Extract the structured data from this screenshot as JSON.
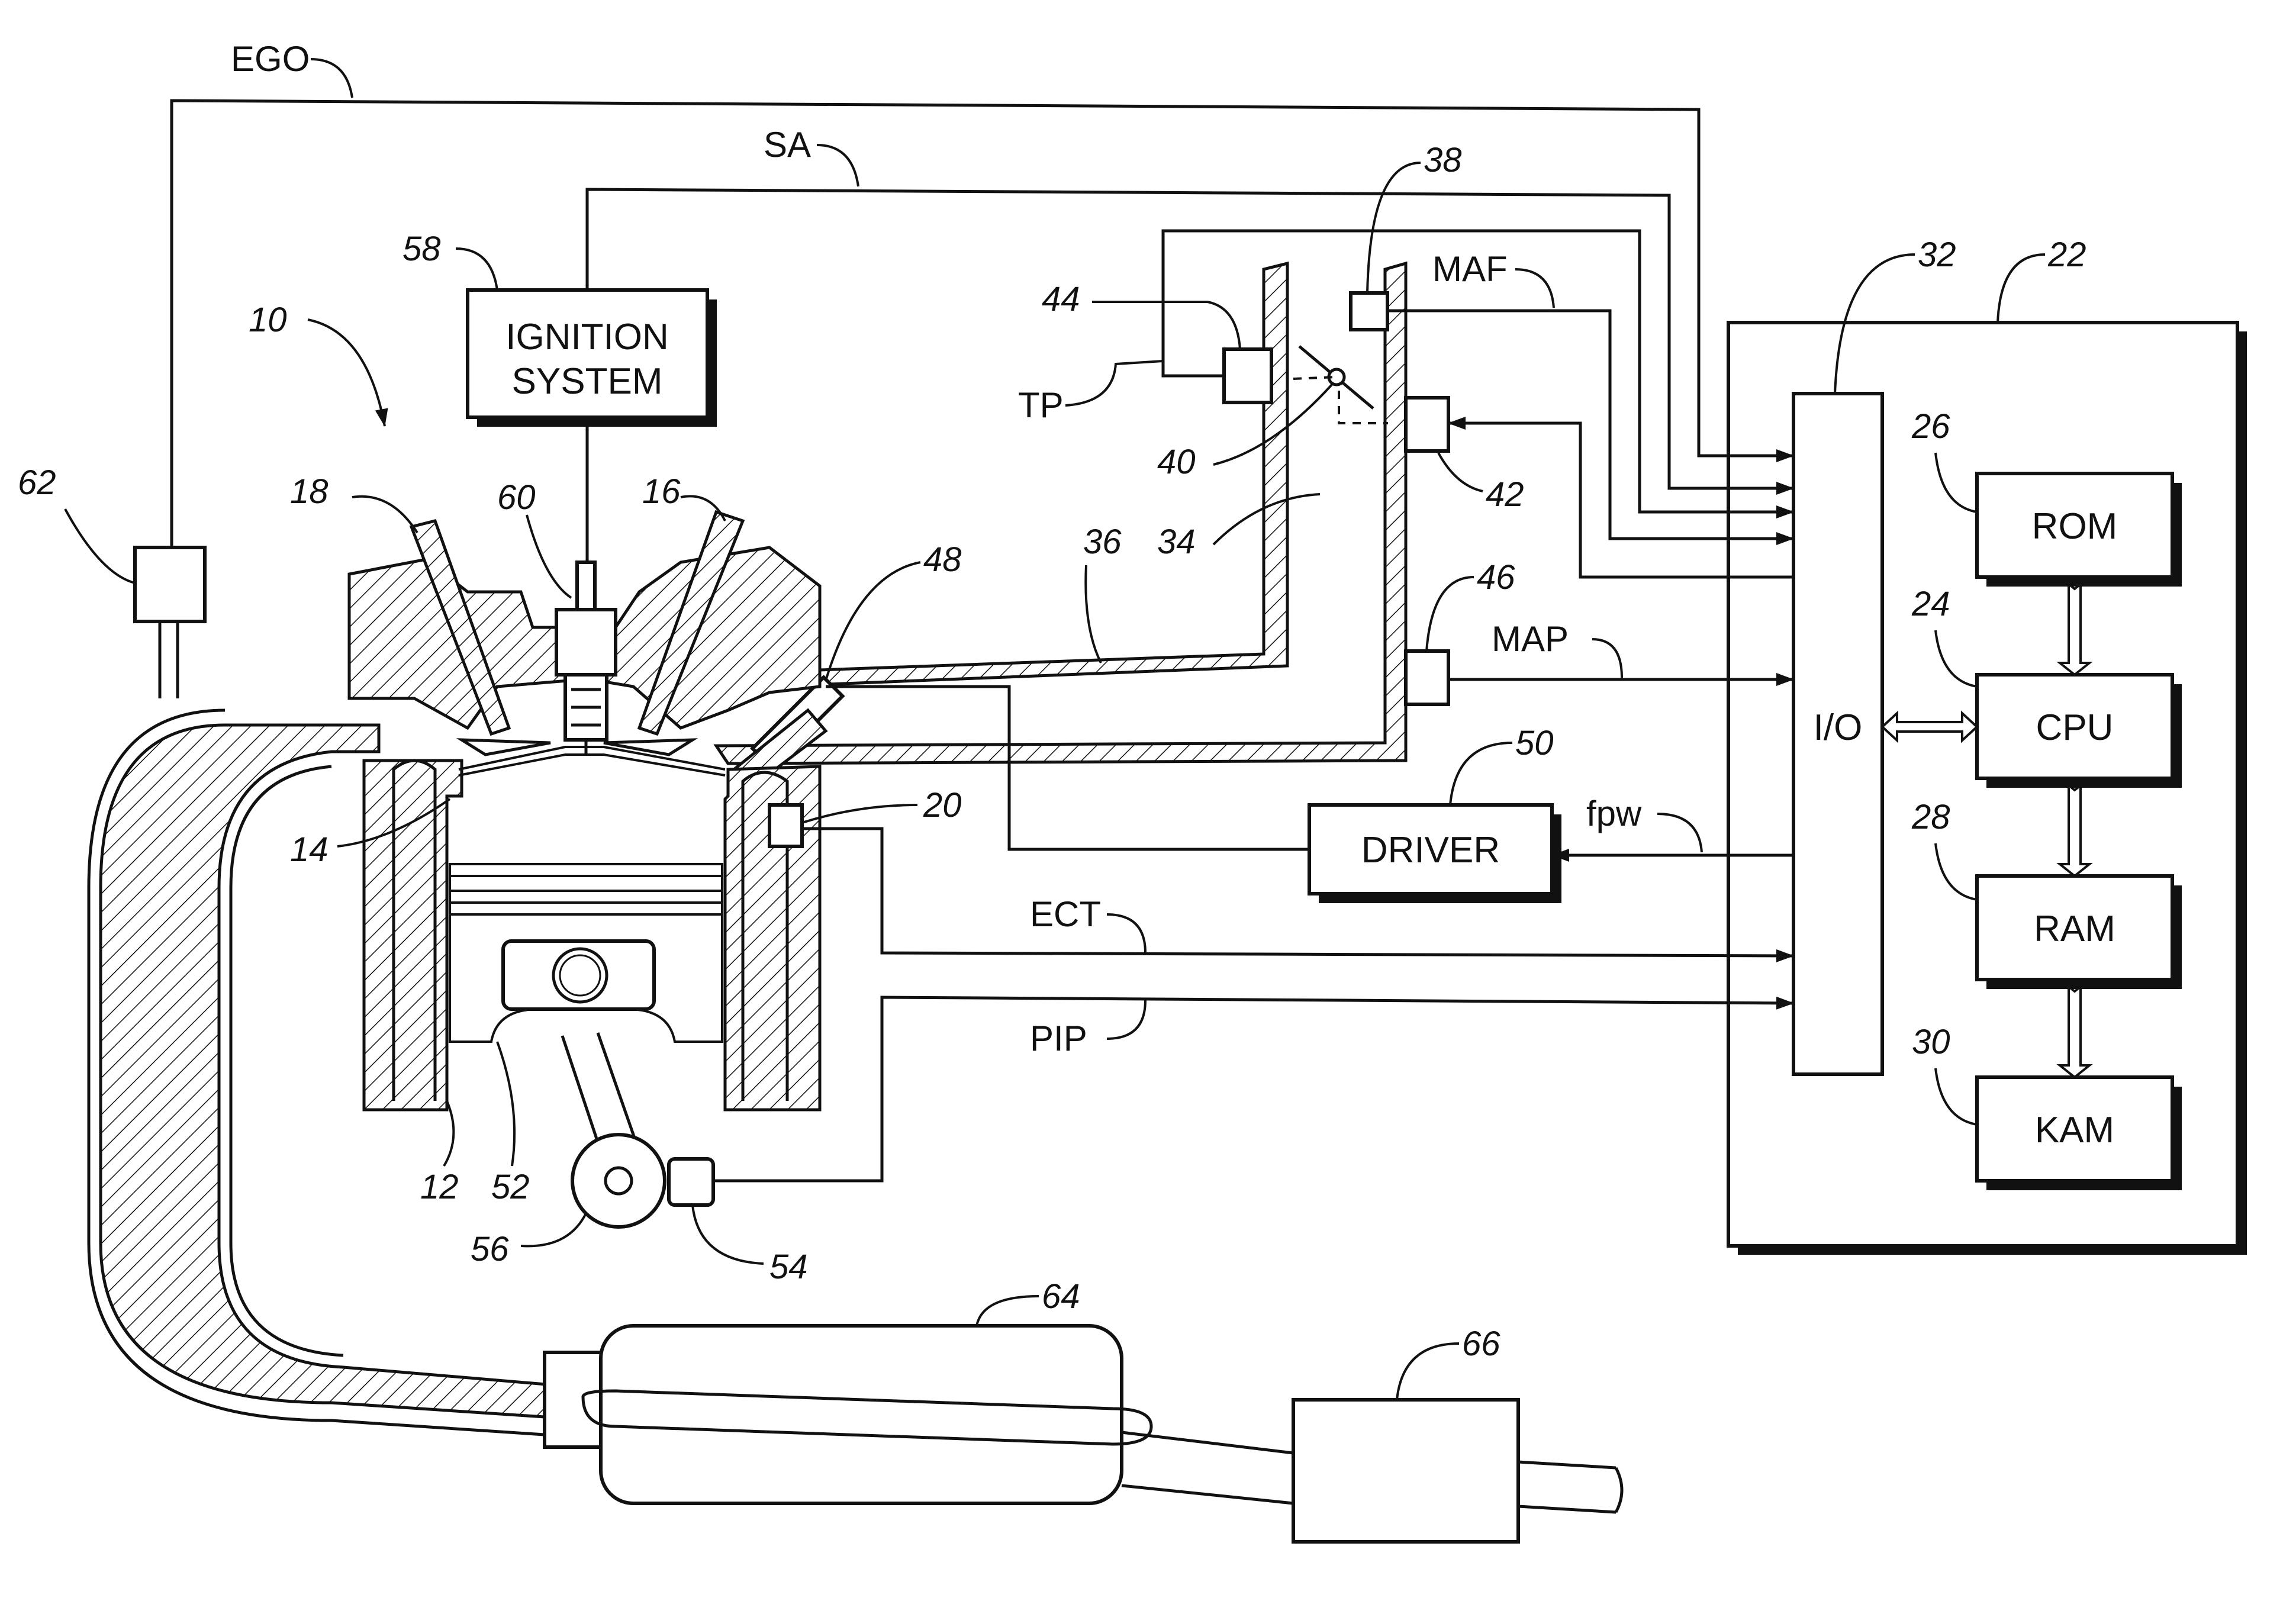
{
  "colors": {
    "ink": "#111111",
    "paper": "#ffffff"
  },
  "blocks": {
    "ignition_line1": "IGNITION",
    "ignition_line2": "SYSTEM",
    "driver": "DRIVER",
    "io": "I/O",
    "rom": "ROM",
    "cpu": "CPU",
    "ram": "RAM",
    "kam": "KAM"
  },
  "signals": {
    "ego": "EGO",
    "sa": "SA",
    "maf": "MAF",
    "tp": "TP",
    "map": "MAP",
    "fpw": "fpw",
    "ect": "ECT",
    "pip": "PIP"
  },
  "refs": {
    "r10": "10",
    "r12": "12",
    "r14": "14",
    "r16": "16",
    "r18": "18",
    "r20": "20",
    "r22": "22",
    "r24": "24",
    "r26": "26",
    "r28": "28",
    "r30": "30",
    "r32": "32",
    "r34": "34",
    "r36": "36",
    "r38": "38",
    "r40": "40",
    "r42": "42",
    "r44": "44",
    "r46": "46",
    "r48": "48",
    "r50": "50",
    "r52": "52",
    "r54": "54",
    "r56": "56",
    "r58": "58",
    "r60": "60",
    "r62": "62",
    "r64": "64",
    "r66": "66"
  }
}
